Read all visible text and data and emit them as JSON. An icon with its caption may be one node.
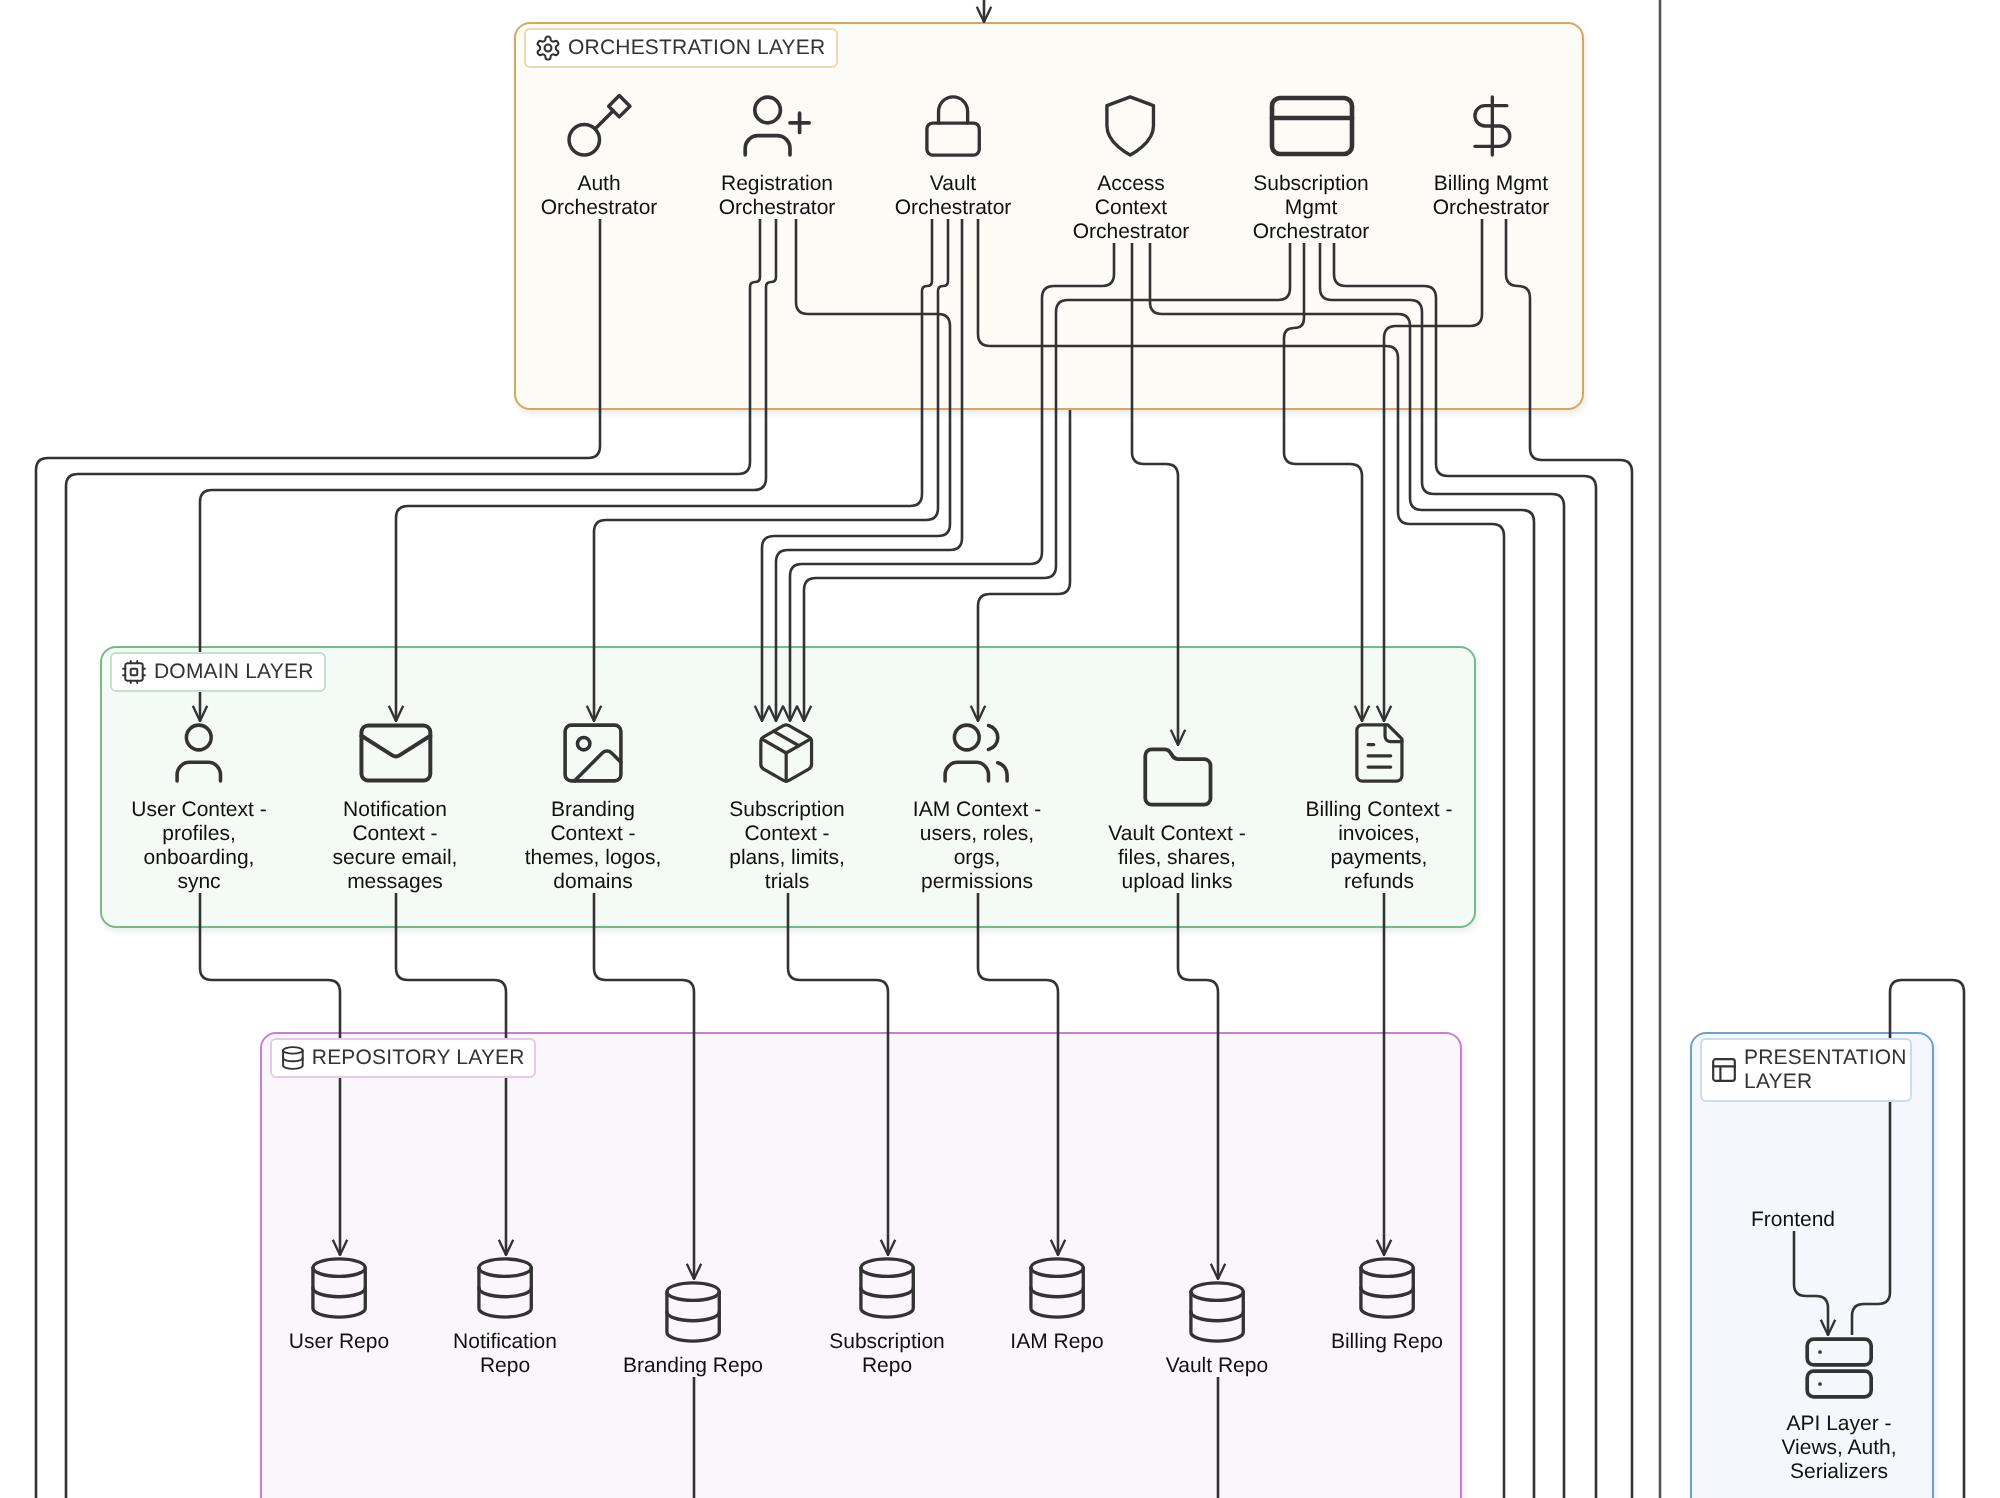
{
  "diagram": {
    "nodes": [
      {
        "text": [
          "ORCHESTRATION LAYER"
        ]
      },
      {
        "text": [
          "Auth Orchestrator"
        ],
        "in": 0
      },
      {
        "text": [
          "Registration Orchestrator"
        ],
        "in": 0
      },
      {
        "text": [
          "Vault Orchestrator"
        ],
        "in": 0
      },
      {
        "text": [
          "Access Context Orchestrator"
        ],
        "in": 0
      },
      {
        "text": [
          "Subscription Mgmt Orchestrator"
        ],
        "in": 0
      },
      {
        "text": [
          "Billing Mgmt Orchestrator"
        ],
        "in": 0
      },
      {
        "text": [
          "DOMAIN LAYER"
        ]
      },
      {
        "text": [
          "User Context - profiles, onboarding, sync"
        ],
        "in": 7
      },
      {
        "text": [
          "Notification Context - secure email, messages"
        ],
        "in": 7
      },
      {
        "text": [
          "Branding Context - themes, logos, domains"
        ],
        "in": 7
      },
      {
        "text": [
          "Subscription Context - plans, limits, trials"
        ],
        "in": 7
      },
      {
        "text": [
          "IAM Context - users, roles, orgs, permissions"
        ],
        "in": 7
      },
      {
        "text": [
          "Vault Context - files, shares, upload links"
        ],
        "in": 7
      },
      {
        "text": [
          "Billing Context - invoices, payments, refunds"
        ],
        "in": 7
      },
      {
        "text": [
          "REPOSITORY LAYER"
        ]
      },
      {
        "text": [
          "User Repo"
        ],
        "in": 15
      },
      {
        "text": [
          "Notification Repo"
        ],
        "in": 15
      },
      {
        "text": [
          "Branding Repo"
        ],
        "in": 15
      },
      {
        "text": [
          "Subscription Repo"
        ],
        "in": 15
      },
      {
        "text": [
          "IAM Repo"
        ],
        "in": 15
      },
      {
        "text": [
          "Vault Repo"
        ],
        "in": 15
      },
      {
        "text": [
          "Billing Repo"
        ],
        "in": 15
      },
      {
        "text": [
          "PRESENTATION LAYER"
        ]
      },
      {
        "text": [
          "Frontend"
        ],
        "in": 23
      },
      {
        "text": [
          "API Layer - Views, Auth, Serializers"
        ],
        "in": 23
      }
    ],
    "edges": [
      {
        "from": null,
        "to": 0,
        "arrow": "to"
      },
      {
        "from": 1,
        "to": null,
        "arrow": "none"
      },
      {
        "from": 2,
        "to": null,
        "arrow": "none"
      },
      {
        "from": 2,
        "to": 8,
        "arrow": "to"
      },
      {
        "from": 2,
        "to": 11,
        "arrow": "to"
      },
      {
        "from": 3,
        "to": 9,
        "arrow": "to"
      },
      {
        "from": 3,
        "to": 10,
        "arrow": "to"
      },
      {
        "from": 3,
        "to": 11,
        "arrow": "to"
      },
      {
        "from": 3,
        "to": null,
        "arrow": "none"
      },
      {
        "from": 4,
        "to": 11,
        "arrow": "to"
      },
      {
        "from": 4,
        "to": 13,
        "arrow": "to"
      },
      {
        "from": 4,
        "to": null,
        "arrow": "none"
      },
      {
        "from": 5,
        "to": 11,
        "arrow": "to"
      },
      {
        "from": 5,
        "to": 14,
        "arrow": "to"
      },
      {
        "from": 5,
        "to": null,
        "arrow": "none"
      },
      {
        "from": 5,
        "to": null,
        "arrow": "none"
      },
      {
        "from": 6,
        "to": 14,
        "arrow": "to"
      },
      {
        "from": 6,
        "to": null,
        "arrow": "none"
      },
      {
        "from": 0,
        "to": 12,
        "arrow": "to"
      },
      {
        "from": 8,
        "to": 16,
        "arrow": "to"
      },
      {
        "from": 9,
        "to": 17,
        "arrow": "to"
      },
      {
        "from": 10,
        "to": 18,
        "arrow": "to"
      },
      {
        "from": 11,
        "to": 19,
        "arrow": "to"
      },
      {
        "from": 12,
        "to": 20,
        "arrow": "to"
      },
      {
        "from": 13,
        "to": 21,
        "arrow": "to"
      },
      {
        "from": 14,
        "to": 22,
        "arrow": "to"
      },
      {
        "from": 18,
        "to": null,
        "arrow": "none"
      },
      {
        "from": 21,
        "to": null,
        "arrow": "none"
      },
      {
        "from": 24,
        "to": 25,
        "arrow": "to"
      },
      {
        "from": 25,
        "to": null,
        "arrow": "none"
      }
    ]
  }
}
